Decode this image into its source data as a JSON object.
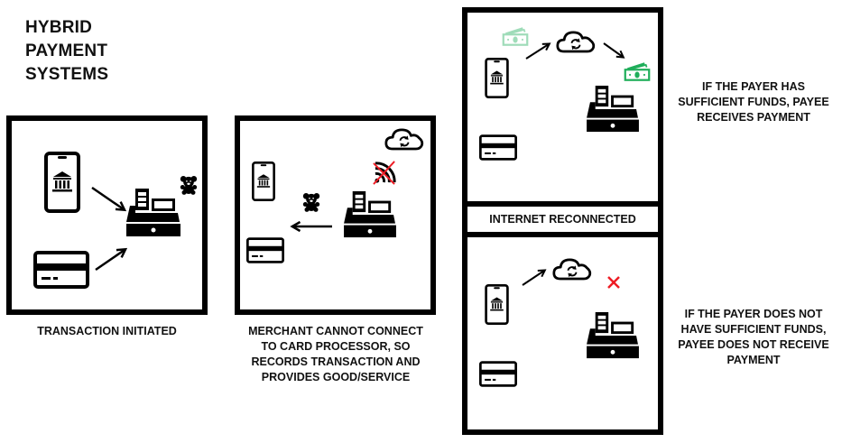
{
  "title": {
    "lines": [
      "HYBRID",
      "PAYMENT",
      "SYSTEMS"
    ]
  },
  "panels": [
    {
      "id": "transaction-initiated",
      "caption_lines": [
        "TRANSACTION INITIATED"
      ],
      "icons": [
        "phone-bank-icon",
        "card-icon",
        "register-icon",
        "teddy-bear-icon",
        "arrow-icon",
        "arrow-icon"
      ]
    },
    {
      "id": "offline-recording",
      "caption_lines": [
        "MERCHANT CANNOT CONNECT",
        "TO CARD PROCESSOR, SO",
        "RECORDS TRANSACTION AND",
        "PROVIDES GOOD/SERVICE"
      ],
      "icons": [
        "cloud-sync-icon",
        "no-wifi-icon",
        "phone-bank-icon",
        "teddy-bear-icon",
        "arrow-left-icon",
        "register-icon",
        "card-icon"
      ]
    },
    {
      "id": "sufficient-funds",
      "caption_lines": [
        "IF THE PAYER HAS",
        "SUFFICIENT FUNDS, PAYEE",
        "RECEIVES PAYMENT"
      ],
      "icons": [
        "cash-faded-icon",
        "arrow-icon",
        "cloud-sync-icon",
        "arrow-icon",
        "cash-icon",
        "phone-bank-icon",
        "register-icon",
        "card-icon"
      ]
    },
    {
      "id": "insufficient-funds",
      "caption_lines": [
        "IF THE PAYER DOES NOT",
        "HAVE SUFFICIENT FUNDS,",
        "PAYEE DOES NOT RECEIVE",
        "PAYMENT"
      ],
      "icons": [
        "arrow-icon",
        "cloud-sync-icon",
        "x-mark-icon",
        "phone-bank-icon",
        "register-icon",
        "card-icon"
      ]
    }
  ],
  "divider_label": "INTERNET RECONNECTED",
  "colors": {
    "stroke": "#000000",
    "cash_green": "#1fae5a",
    "cash_faded": "#9fdcb9",
    "failure_red": "#ee1c24"
  }
}
